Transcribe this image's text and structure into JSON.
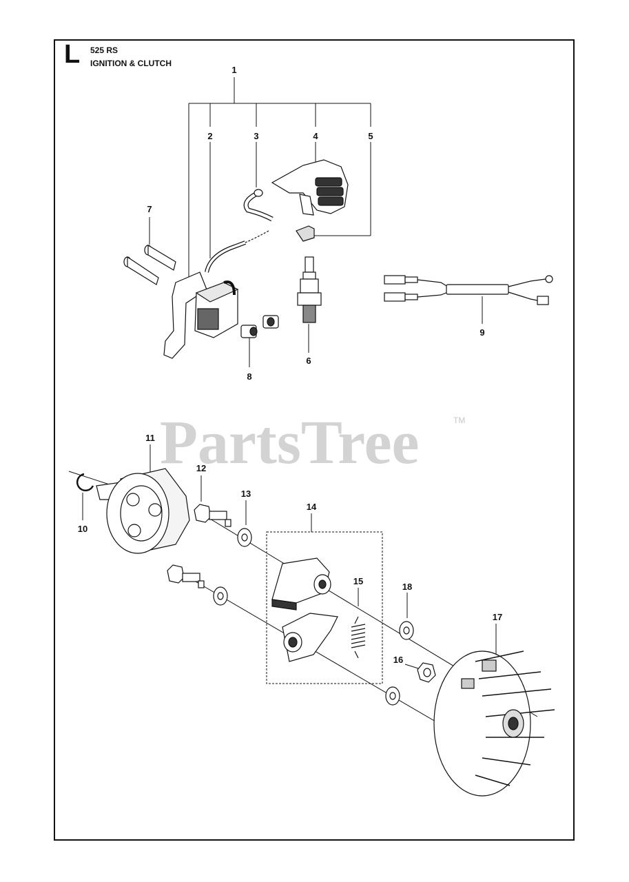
{
  "header": {
    "section_letter": "L",
    "model": "525 RS",
    "title": "IGNITION & CLUTCH"
  },
  "watermark": {
    "text": "PartsTree",
    "trademark": "TM"
  },
  "callouts": {
    "c1": "1",
    "c2": "2",
    "c3": "3",
    "c4": "4",
    "c5": "5",
    "c6": "6",
    "c7": "7",
    "c8": "8",
    "c9": "9",
    "c10": "10",
    "c11": "11",
    "c12": "12",
    "c13": "13",
    "c14": "14",
    "c15": "15",
    "c16": "16",
    "c17": "17",
    "c18": "18"
  }
}
